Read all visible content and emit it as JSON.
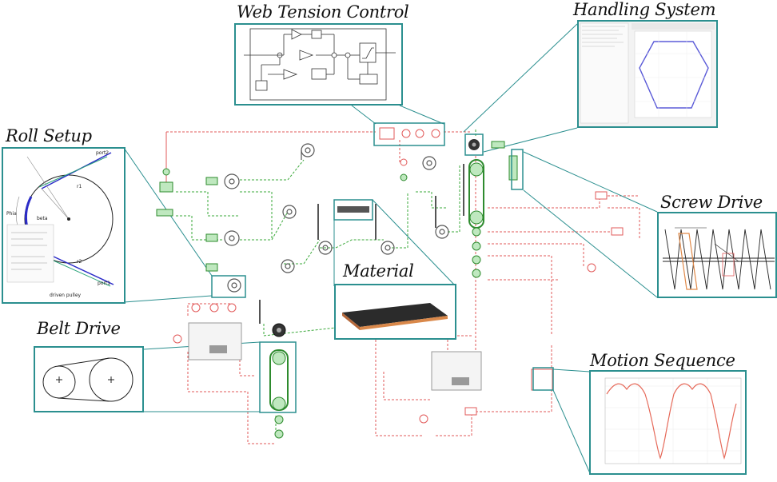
{
  "titles": {
    "web_tension_control": "Web Tension Control",
    "handling_system": "Handling System",
    "roll_setup": "Roll Setup",
    "screw_drive": "Screw Drive",
    "material": "Material",
    "belt_drive": "Belt Drive",
    "motion_sequence": "Motion Sequence"
  },
  "roll_setup": {
    "port2": "port2",
    "port1": "port1",
    "phia": "Phia",
    "beta": "beta",
    "r1": "r1",
    "r2": "r2",
    "pulley_label": "driven pulley"
  },
  "colors": {
    "accent_teal": "#2b8f8f",
    "signal_red": "#e25a5a",
    "mech_green": "#3aa83a",
    "motion_curve": "#e66a5a",
    "handling_path": "#5b5bd8",
    "material_top": "#2b2b2b",
    "material_edge": "#d9884a"
  }
}
